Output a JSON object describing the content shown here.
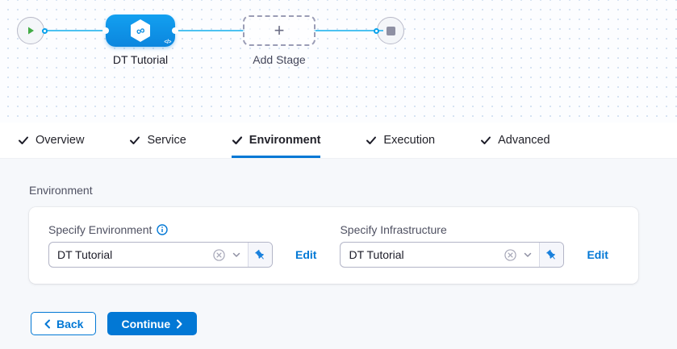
{
  "colors": {
    "primary_blue": "#0278d5",
    "stage_node_blue": "#0e93e6",
    "connector_blue": "#4cc2f1",
    "play_green": "#42ab45",
    "content_bg": "#f6f8fb",
    "label_gray": "#4f5162"
  },
  "pipeline": {
    "stage": {
      "label": "DT Tutorial",
      "icon": "harness-infinity-hexagon",
      "badge": "</>"
    },
    "add_stage": {
      "label": "Add Stage",
      "plus": "+"
    }
  },
  "tabs": [
    {
      "label": "Overview",
      "checked": true,
      "active": false
    },
    {
      "label": "Service",
      "checked": true,
      "active": false
    },
    {
      "label": "Environment",
      "checked": true,
      "active": true
    },
    {
      "label": "Execution",
      "checked": true,
      "active": false
    },
    {
      "label": "Advanced",
      "checked": true,
      "active": false
    }
  ],
  "environment_section": {
    "title": "Environment",
    "fields": [
      {
        "label": "Specify Environment",
        "has_info": true,
        "value": "DT Tutorial",
        "edit_label": "Edit"
      },
      {
        "label": "Specify Infrastructure",
        "has_info": false,
        "value": "DT Tutorial",
        "edit_label": "Edit"
      }
    ]
  },
  "footer": {
    "back_label": "Back",
    "continue_label": "Continue"
  }
}
